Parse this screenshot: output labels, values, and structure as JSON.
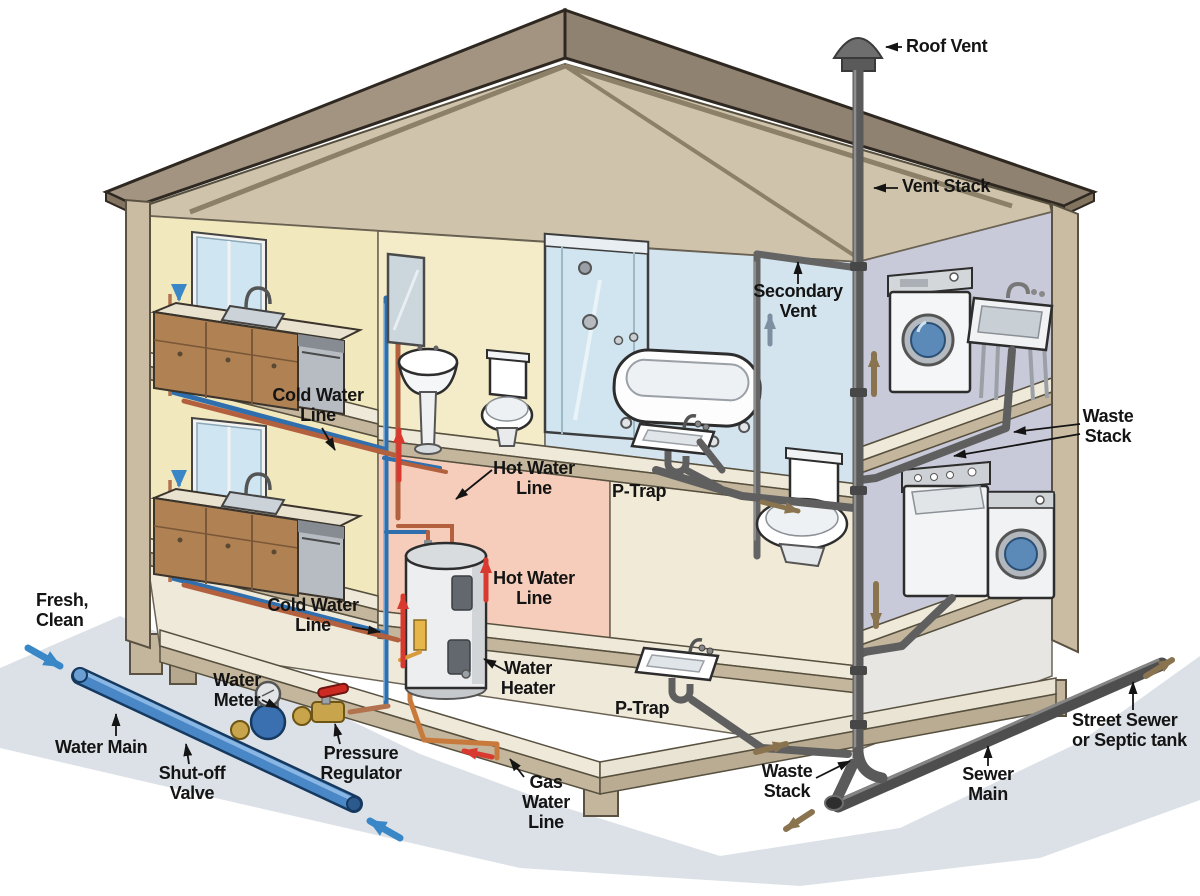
{
  "diagram": {
    "labels": {
      "roof_vent": "Roof Vent",
      "vent_stack": "Vent Stack",
      "secondary_vent": "Secondary\nVent",
      "waste_stack_right": "Waste\nStack",
      "cold_water_line_upper": "Cold Water\nLine",
      "hot_water_line_upper": "Hot Water\nLine",
      "p_trap_upper": "P-Trap",
      "cold_water_line_lower": "Cold Water\nLine",
      "hot_water_line_lower": "Hot Water\nLine",
      "water_heater": "Water\nHeater",
      "fresh_clean": "Fresh,\nClean",
      "water_main": "Water Main",
      "water_meter": "Water\nMeter",
      "shut_off_valve": "Shut-off\nValve",
      "pressure_regulator": "Pressure\nRegulator",
      "gas_water_line": "Gas\nWater\nLine",
      "p_trap_lower": "P-Trap",
      "waste_stack_bottom": "Waste\nStack",
      "sewer_main": "Sewer\nMain",
      "street_sewer": "Street Sewer\nor Septic tank"
    },
    "colors": {
      "cold_water": "#2f6fae",
      "hot_water": "#b2603e",
      "waste_vent_pipe": "#5a5a5a",
      "water_main_pipe": "#4a87c6",
      "flow_cold": "#3a87c8",
      "flow_hot": "#d93a30",
      "flow_waste": "#8a734f",
      "flow_vent": "#7d8fa0",
      "roof": "#9a8c7a",
      "frame_wood": "#c9bca2",
      "wall_kitchen": "#f2e8bd",
      "wall_bathroom": "#d3e4ef",
      "wall_laundry": "#c9cad9",
      "wall_heater_room": "#f5cdba",
      "floor": "#efe9da",
      "ground": "#dce1e7"
    }
  }
}
